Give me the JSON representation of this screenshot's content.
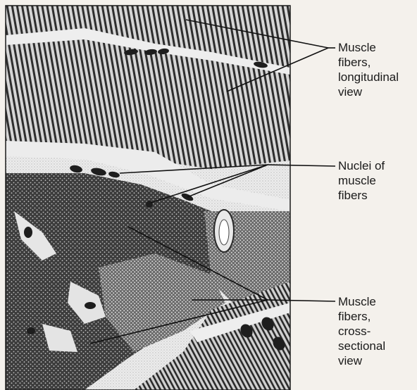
{
  "labels": {
    "longitudinal": "Muscle\nfibers,\nlongitudinal\nview",
    "nuclei": "Nuclei of\nmuscle\nfibers",
    "cross_sectional": "Muscle\nfibers,\ncross-\nsectional\nview"
  },
  "colors": {
    "background": "#f4f1ec",
    "ink": "#1a1a1a",
    "tissue_dark": "#3a3a3a",
    "tissue_light": "#cfcfcf"
  }
}
